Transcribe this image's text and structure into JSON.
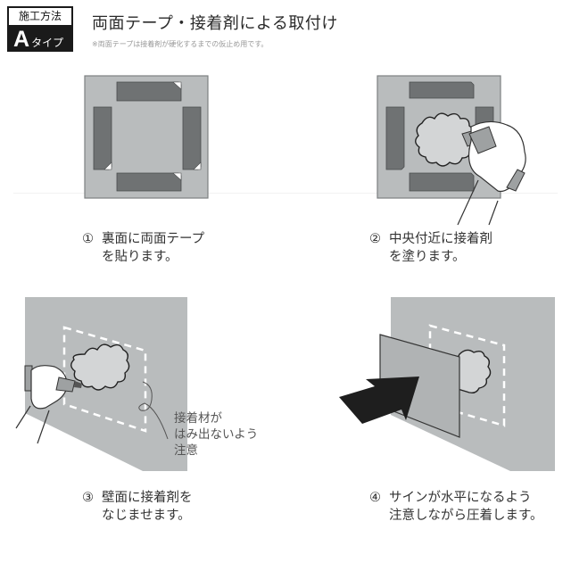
{
  "header": {
    "badge_top": "施工方法",
    "badge_letter": "A",
    "badge_suffix": "タイプ",
    "title": "両面テープ・接着剤による取付け",
    "note": "※両面テープは接着剤が硬化するまでの仮止め用です。"
  },
  "steps": [
    {
      "num": "①",
      "line1": "裏面に両面テープ",
      "line2": "を貼ります。"
    },
    {
      "num": "②",
      "line1": "中央付近に接着剤",
      "line2": "を塗ります。"
    },
    {
      "num": "③",
      "line1": "壁面に接着剤を",
      "line2": "なじませます。"
    },
    {
      "num": "④",
      "line1": "サインが水平になるよう",
      "line2": "注意しながら圧着します。"
    }
  ],
  "callout": {
    "line1": "接着材が",
    "line2": "はみ出ないよう",
    "line3": "注意"
  },
  "colors": {
    "panel_gray": "#b9bcbd",
    "tape_gray": "#6f7273",
    "badge_black": "#1a1a1a",
    "arrow_black": "#1e1e1e"
  }
}
